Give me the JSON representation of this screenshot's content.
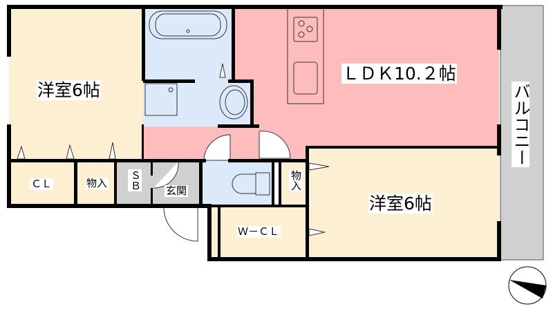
{
  "rooms": {
    "western_room_left": "洋室6帖",
    "closet_left": "ＣＬ",
    "storage_left": "物入",
    "shoe_box": "ＳＢ",
    "entrance": "玄関",
    "ldk": "ＬＤＫ10.２帖",
    "balcony": "バルコニー",
    "storage_right": "物入",
    "western_room_right": "洋室6帖",
    "walk_in_closet": "Ｗ－ＣＬ"
  },
  "colors": {
    "western_room": "#fdf0d2",
    "ldk": "#ffbcbc",
    "wet_area": "#dbe9fb",
    "gray_area": "#d0d0d0",
    "wall": "#000000"
  }
}
